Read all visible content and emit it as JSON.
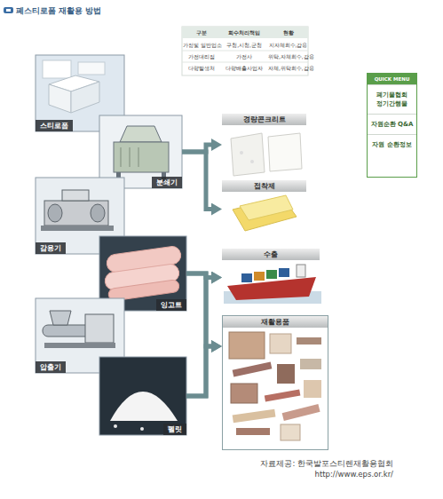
{
  "diagram": {
    "title": "폐스티로폼 재활용 방법",
    "caption": "자료제공: 한국발포스티렌재활용협회 http://www.eps.or.kr/",
    "nodes": [
      {
        "text": [
          "스티로폼"
        ]
      },
      {
        "text": [
          "분쇄기"
        ]
      },
      {
        "text": [
          "감용기"
        ]
      },
      {
        "text": [
          "잉고트"
        ]
      },
      {
        "text": [
          "압출기"
        ]
      },
      {
        "text": [
          "펠릿"
        ]
      },
      {
        "text": [
          "경량콘크리트"
        ]
      },
      {
        "text": [
          "접착제"
        ]
      },
      {
        "text": [
          "수출"
        ]
      },
      {
        "text": [
          "재활용품"
        ]
      },
      {
        "text": [
          "QUICK MENU",
          "폐기물협회 정기간행물",
          "자원순환 Q&A",
          "자원 순환정보"
        ]
      }
    ],
    "edges": [
      {
        "from": 1,
        "to": 6,
        "arrow": "to"
      },
      {
        "from": 1,
        "to": 7,
        "arrow": "to"
      },
      {
        "from": 3,
        "to": 8,
        "arrow": "to"
      },
      {
        "from": 3,
        "to": 9,
        "arrow": "to"
      },
      {
        "from": 5,
        "to": 8,
        "arrow": "to"
      },
      {
        "from": 5,
        "to": 9,
        "arrow": "to"
      }
    ],
    "labels": [
      "구분",
      "회수처리책임",
      "현황",
      "가정및 일반업소",
      "구청,시청,군청",
      "지자체회수,감용",
      "가전대리점",
      "가전사",
      "위탁,자체회수,감용",
      "다량발생처",
      "다량배출사업자",
      "자체,위탁회수,감용"
    ]
  }
}
